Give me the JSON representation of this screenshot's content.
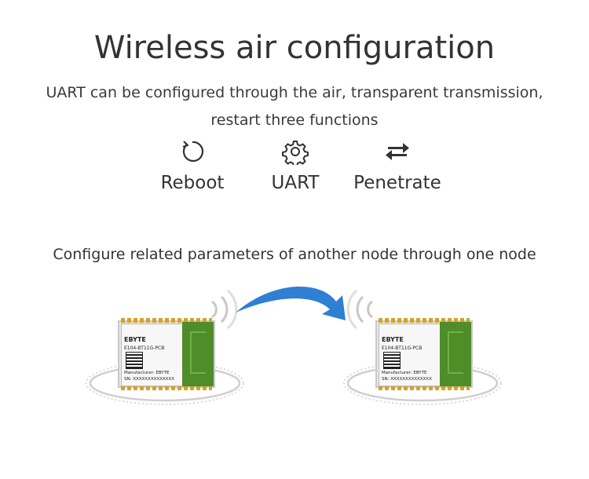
{
  "title": "Wireless air configuration",
  "subtitle_line1": "UART can be configured through the air, transparent transmission,",
  "subtitle_line2": "restart three functions",
  "features": [
    {
      "label": "Reboot",
      "icon": "reboot-icon"
    },
    {
      "label": "UART",
      "icon": "gear-icon"
    },
    {
      "label": "Penetrate",
      "icon": "transfer-arrows-icon"
    }
  ],
  "description": "Configure related parameters of another node through one node",
  "modules": [
    {
      "brand": "EBYTE",
      "model": "E104-BT11G-PCB",
      "manufacturer": "Manufacturer: EBYTE",
      "sn": "SN: XXXXXXXXXXXXXX"
    },
    {
      "brand": "EBYTE",
      "model": "E104-BT11G-PCB",
      "manufacturer": "Manufacturer: EBYTE",
      "sn": "SN: XXXXXXXXXXXXXX"
    }
  ],
  "colors": {
    "arrow": "#2f7fd3",
    "pcb": "#4e8d2a",
    "pins": "#d4a32a",
    "text": "#333333"
  }
}
